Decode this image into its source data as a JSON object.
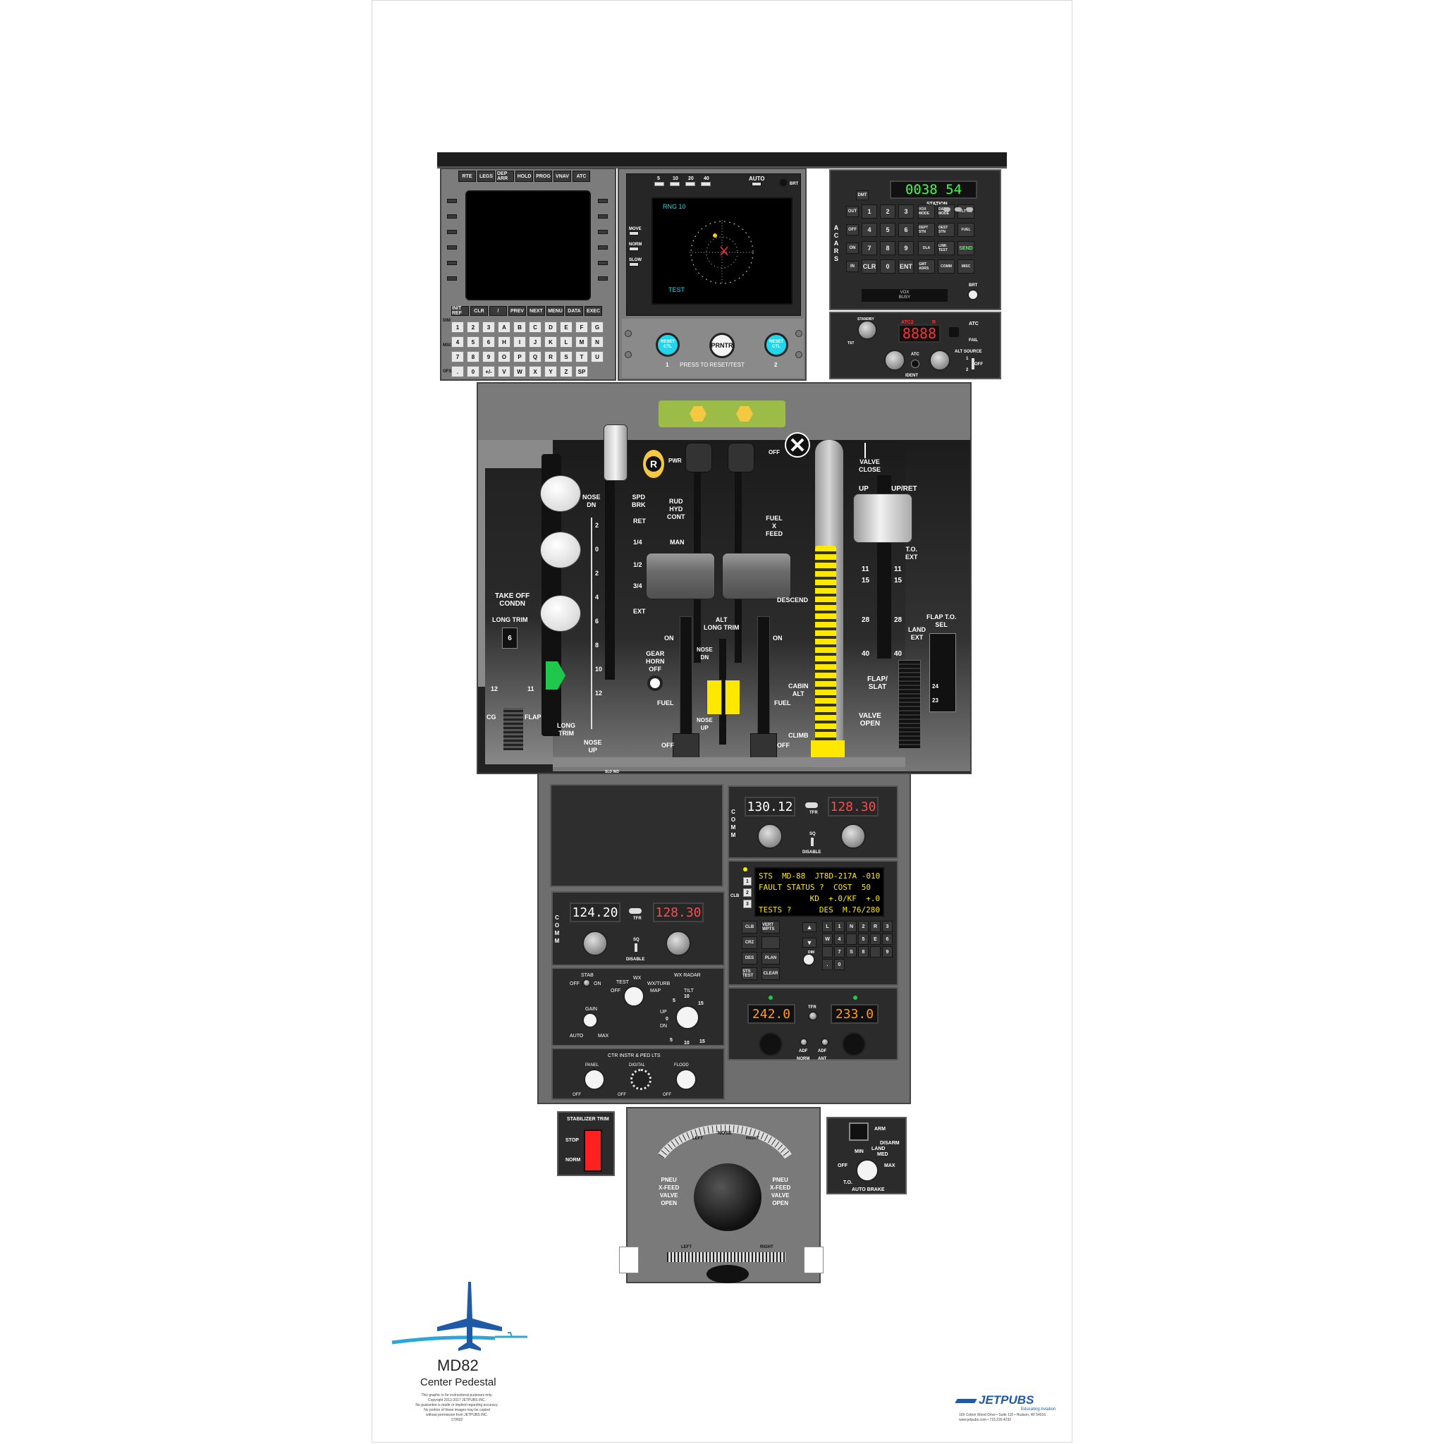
{
  "fmc": {
    "top_keys": [
      "RTE",
      "LEGS",
      "DEP ARR",
      "HOLD",
      "PROG",
      "VNAV",
      "ATC"
    ],
    "func_keys": [
      "INIT REF",
      "CLR",
      "/",
      "PREV",
      "NEXT",
      "MENU",
      "DATA",
      "EXEC"
    ],
    "alpha_keys": [
      "1",
      "2",
      "3",
      "A",
      "B",
      "C",
      "D",
      "E",
      "F",
      "G",
      "4",
      "5",
      "6",
      "H",
      "I",
      "J",
      "K",
      "L",
      "M",
      "N",
      "7",
      "8",
      "9",
      "O",
      "P",
      "Q",
      "R",
      "S",
      "T",
      "U",
      ".",
      "0",
      "+/-",
      "V",
      "W",
      "X",
      "Y",
      "Z",
      "SP"
    ],
    "side_labels": [
      "DIM",
      "MSG",
      "OFST"
    ]
  },
  "radar": {
    "range_keys": [
      "5",
      "10",
      "20",
      "40"
    ],
    "auto_label": "AUTO",
    "brt_label": "BRT",
    "screen_range": "RNG 10",
    "screen_test": "TEST",
    "mode_labels": [
      "MOVE",
      "NORM",
      "SLOW"
    ],
    "reset_left": "RESET CTL",
    "reset_right": "RESET CTL",
    "printer": "PRNTR",
    "num_left": "1",
    "num_right": "2",
    "press_label": "PRESS TO RESET/TEST"
  },
  "acars": {
    "display": "0038  54",
    "station_label": "STATION",
    "side_label": "ACARS",
    "left_keys": [
      "OUT",
      "OFF",
      "ON",
      "IN"
    ],
    "num_keys": [
      "1",
      "2",
      "3",
      "4",
      "5",
      "6",
      "7",
      "8",
      "9",
      "CLR",
      "0",
      "ENT"
    ],
    "right_keys": [
      "VOX MODE",
      "DATA MODE",
      "FLT NO",
      "DEPT STN",
      "DEST STN",
      "FUEL",
      "DLA",
      "LINK TEST",
      "SEND",
      "GMT ADRS",
      "COMM",
      "MISC"
    ],
    "voice_label": "VOX BUSY",
    "brt_label": "BRT"
  },
  "atc": {
    "code": "8888",
    "header": "ATC2",
    "flag": "R",
    "fail_label": "FAIL",
    "atc_label": "ATC",
    "standby_label": "STANDBY",
    "ident_label": "IDENT",
    "atc_knob_label": "ATC",
    "alt_source": "ALT SOURCE",
    "alt_1": "1",
    "alt_2": "2",
    "off": "OFF",
    "tst": "TST"
  },
  "throttle": {
    "r_badge": "R",
    "pwr": "PWR",
    "nose_dn": "NOSE\nDN",
    "spd_brk": "SPD\nBRK",
    "ret": "RET",
    "rud_hyd": "RUD\nHYD\nCONT",
    "man": "MAN",
    "quarter": "1/4",
    "half": "1/2",
    "three_q": "3/4",
    "ext": "EXT",
    "fuel_x": "FUEL\nX\nFEED",
    "off_top": "OFF",
    "valve_close": "VALVE\nCLOSE",
    "up": "UP",
    "up_ret": "UP/RET",
    "to_ext": "T.O.\nEXT",
    "flap_11": "11",
    "flap_15": "15",
    "flap_11r": "11",
    "flap_15r": "15",
    "flap_28": "28",
    "flap_28r": "28",
    "flap_40": "40",
    "flap_40r": "40",
    "land_ext": "LAND\nEXT",
    "flap_to_sel": "FLAP T.O.\nSEL",
    "flap_slat": "FLAP/\nSLAT",
    "valve_open": "VALVE\nOPEN",
    "descend": "DESCEND",
    "climb": "CLIMB",
    "cabin_alt": "CABIN\nALT",
    "alt_long_trim": "ALT\nLONG TRIM",
    "nose_dn2": "NOSE\nDN",
    "nose_up2": "NOSE\nUP",
    "on_left": "ON",
    "on_right": "ON",
    "fuel_left": "FUEL",
    "fuel_right": "FUEL",
    "off_left": "OFF",
    "off_right": "OFF",
    "gear_horn": "GEAR\nHORN\nOFF",
    "takeoff_condn": "TAKE OFF\nCONDN",
    "long_trim": "LONG TRIM",
    "long_trim_val": "6",
    "long_trim2": "LONG\nTRIM",
    "nose_up": "NOSE\nUP",
    "cg": "CG",
    "flap": "FLAP",
    "cg_12": "12",
    "cg_11": "11",
    "scale": [
      "2",
      "0",
      "2",
      "4",
      "6",
      "8",
      "10",
      "12"
    ],
    "flap_sel_vals": [
      "24",
      "23"
    ],
    "bottom_label": "SLD IND"
  },
  "comm_top": {
    "side": "COMM",
    "active": "130.12",
    "standby": "128.30",
    "tfr": "TFR",
    "sq": "SQ",
    "disable": "DISABLE"
  },
  "comm_left": {
    "side": "COMM",
    "active": "124.20",
    "standby": "128.30",
    "tfr": "TFR",
    "sq": "SQ",
    "disable": "DISABLE"
  },
  "pms": {
    "line1": "STS  MD-88  JT8D-217A -010",
    "line2": "FAULT STATUS ?  COST  50",
    "line3": "KD  +.0/KF  +.0",
    "line4_left": "TESTS ?",
    "line4_right": "DES  M.76/280",
    "line_keys": [
      "1",
      "2",
      "3"
    ],
    "side": "CLB",
    "mode_keys": [
      "CLB",
      "CRZ",
      "DES",
      "STS TEST"
    ],
    "col2_keys": [
      "VERT WPTS",
      "",
      "PLAN",
      "CLEAR"
    ],
    "num_keys": [
      "L",
      "1",
      "N",
      "2",
      "R",
      "3",
      "W",
      "4",
      "",
      "5",
      "E",
      "6",
      "",
      "7",
      "S",
      "8",
      "",
      "9",
      ".",
      "0"
    ],
    "dim_label": "DIM"
  },
  "wx": {
    "title": "WX RADAR",
    "stab": "STAB",
    "off": "OFF",
    "on": "ON",
    "test": "TEST",
    "wx": "WX",
    "wx_turb": "WX/TURB",
    "off2": "OFF",
    "map": "MAP",
    "tilt": "TILT",
    "gain": "GAIN",
    "auto": "AUTO",
    "max": "MAX",
    "up": "UP",
    "dn": "DN",
    "tilt_vals": [
      "5",
      "10",
      "15",
      "0",
      "5",
      "10",
      "15"
    ]
  },
  "lights": {
    "title": "CTR INSTR & PED LTS",
    "panel": "PANEL",
    "digital": "DIGITAL",
    "flood": "FLOOD",
    "off1": "OFF",
    "off2": "OFF",
    "off3": "OFF"
  },
  "adf": {
    "left": "242.0",
    "right": "233.0",
    "tfr": "TFR",
    "adf_norm": "ADF\nNORM",
    "adf_ant": "ADF\nANT"
  },
  "stab_trim": {
    "title": "STABILIZER TRIM",
    "stop": "STOP",
    "norm": "NORM"
  },
  "tiller": {
    "nose_label": "NOSE",
    "left": "LEFT",
    "right": "RIGHT",
    "pneu_left": "PNEU\nX-FEED\nVALVE\nOPEN",
    "pneu_right": "PNEU\nX-FEED\nVALVE\nOPEN",
    "rudder_left": "LEFT",
    "rudder_right": "RIGHT"
  },
  "autobrake": {
    "arm": "ARM",
    "disarm": "DISARM",
    "min": "MIN",
    "land": "LAND",
    "med": "MED",
    "off": "OFF",
    "max": "MAX",
    "to": "T.O.",
    "title": "AUTO BRAKE"
  },
  "brand": {
    "model": "MD82",
    "subtitle": "Center Pedestal",
    "disclaimer": "This graphic is for instructional purposes only.\nCopyright 2012-2017 JETPUBS INC.\nNo guarantee is made or implied regarding accuracy.\nNo portion of these images may be copied\nwithout permission from JETPUBS INC.\n170602",
    "publisher": "JETPUBS",
    "tagline": "Educating Aviation",
    "address": "169 Cotton Wood Drive • Suite 110 • Hudson, WI 54016\nwww.jetpubs.com • 715.220.4232"
  },
  "colors": {
    "panel": "#2b2b2b",
    "bezel": "#7a7a7a",
    "amber": "#ff9a1f",
    "green_seg": "#3cff4a",
    "red_seg": "#ff3030",
    "yellow": "#ffe800",
    "cyan": "#21d6ea",
    "brand_blue": "#1f5aa8"
  }
}
